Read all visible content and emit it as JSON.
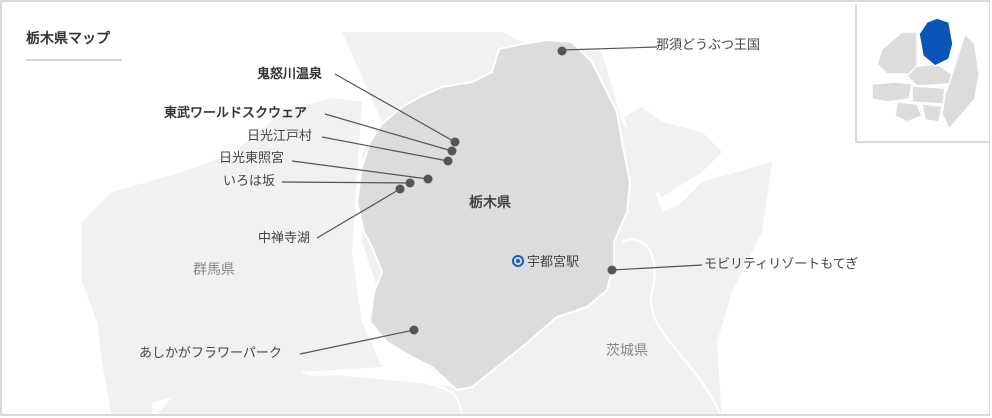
{
  "title": "栃木県マップ",
  "prefectures": {
    "tochigi": "栃木県",
    "gunma": "群馬県",
    "ibaraki": "茨城県"
  },
  "station": {
    "label": "宇都宮駅",
    "icon": "station-marker-icon",
    "color": "#1a5bbf"
  },
  "spots": [
    {
      "label": "那須どうぶつ王国",
      "bold": false
    },
    {
      "label": "鬼怒川温泉",
      "bold": true
    },
    {
      "label": "東武ワールドスクウェア",
      "bold": true
    },
    {
      "label": "日光江戸村",
      "bold": false
    },
    {
      "label": "日光東照宮",
      "bold": false
    },
    {
      "label": "いろは坂",
      "bold": false
    },
    {
      "label": "中禅寺湖",
      "bold": false
    },
    {
      "label": "モビリティリゾートもてぎ",
      "bold": false
    },
    {
      "label": "あしかがフラワーパーク",
      "bold": false
    }
  ],
  "colors": {
    "highlight_region": "#0a56b8",
    "tochigi_fill": "#dcdcdc",
    "neighbor_fill": "#f1f1f1",
    "marker": "#555555"
  },
  "inset": {
    "label": "kanto-locator-map"
  }
}
